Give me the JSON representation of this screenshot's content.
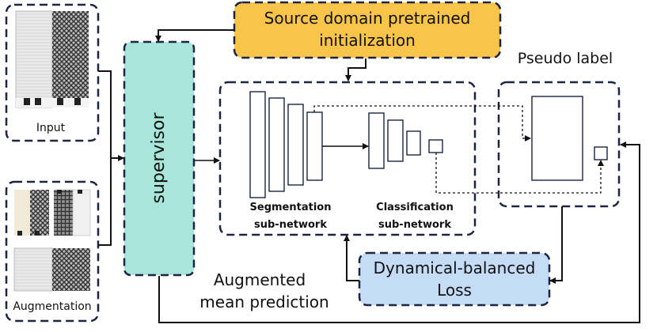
{
  "input_panel": {
    "caption": "Input"
  },
  "augmentation_panel": {
    "caption": "Augmentation"
  },
  "supervisor": {
    "label": "supervisor"
  },
  "source_box": {
    "line1": "Source domain pretrained",
    "line2": "initialization"
  },
  "pseudo_label": {
    "text": "Pseudo label"
  },
  "segmentation": {
    "line1": "Segmentation",
    "line2": "sub-network"
  },
  "classification": {
    "line1": "Classification",
    "line2": "sub-network"
  },
  "loss_box": {
    "line1": "Dynamical-balanced",
    "line2": "Loss"
  },
  "augmented_mean": {
    "line1": "Augmented",
    "line2": "mean prediction"
  },
  "colors": {
    "supervisor_fill": "#a8e6dc",
    "source_fill": "#f8c44a",
    "loss_fill": "#c5dcf7",
    "dashed_border": "#1c2541"
  }
}
